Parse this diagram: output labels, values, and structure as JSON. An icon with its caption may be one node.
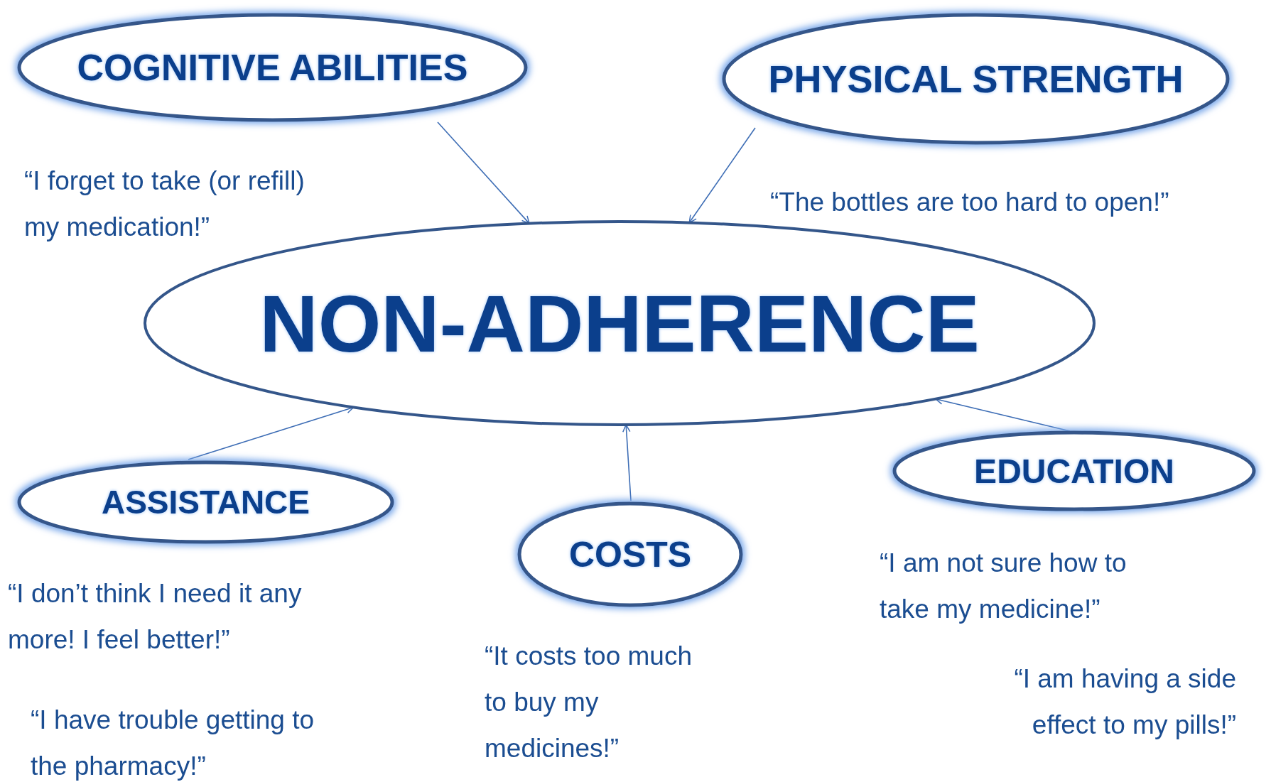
{
  "diagram": {
    "nodes": [
      {
        "text": [
          "COGNITIVE ABILITIES"
        ]
      },
      {
        "text": [
          "PHYSICAL STRENGTH"
        ]
      },
      {
        "text": [
          "NON-ADHERENCE"
        ]
      },
      {
        "text": [
          "ASSISTANCE"
        ]
      },
      {
        "text": [
          "COSTS"
        ]
      },
      {
        "text": [
          "EDUCATION"
        ]
      }
    ],
    "edges": [
      {
        "from": 0,
        "to": 2,
        "arrow": "to"
      },
      {
        "from": 1,
        "to": 2,
        "arrow": "to"
      },
      {
        "from": 3,
        "to": 2,
        "arrow": "to"
      },
      {
        "from": 4,
        "to": 2,
        "arrow": "to"
      },
      {
        "from": 5,
        "to": 2,
        "arrow": "to"
      }
    ],
    "labels": [
      "“I forget to take (or refill) my medication!”",
      "“The bottles are too hard to open!”",
      "“I don’t think I need it any more! I feel better!”",
      "“I am not sure how to take my medicine!”",
      "“It costs too much to buy my medicines!”",
      "“I am having a side effect to my pills!”",
      "“I have trouble getting to the pharmacy!”"
    ]
  }
}
